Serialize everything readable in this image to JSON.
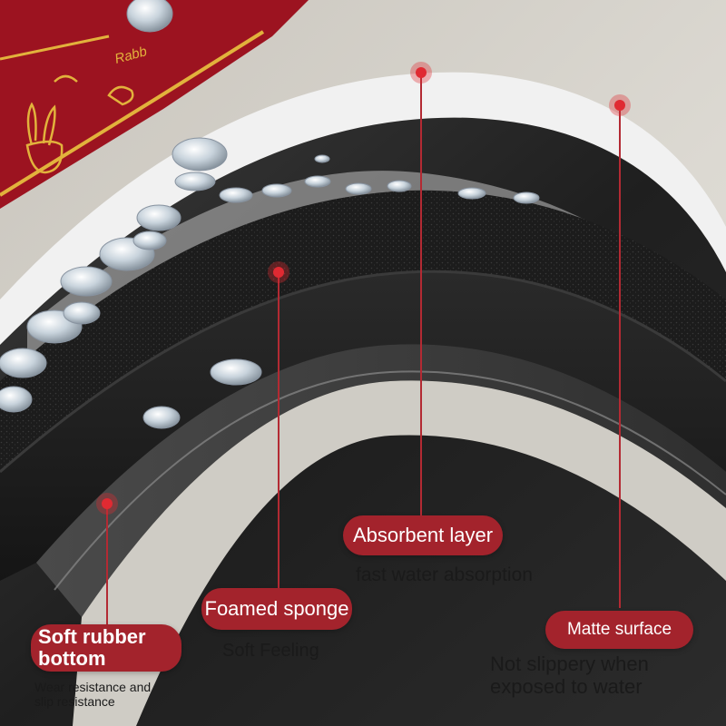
{
  "scene": {
    "description_icon": "mat-cross-section-image",
    "colors": {
      "background": "#d9d6cf",
      "accent": "#a3232c",
      "mat_red": "#a6141f",
      "mat_gold": "#e2b23c",
      "layer_black": "#1b1b1b"
    }
  },
  "mat_print": {
    "word": "Rabb"
  },
  "labels": {
    "absorbent": {
      "title": "Absorbent layer",
      "desc": "fast water absorption"
    },
    "sponge": {
      "title": "Foamed sponge",
      "desc": "Soft Feeling"
    },
    "rubber": {
      "title_line1": "Soft rubber",
      "title_line2": "bottom",
      "desc_line1": "Wear resistance and",
      "desc_line2": "slip resistance"
    },
    "matte": {
      "title": "Matte surface",
      "desc_line1": "Not slippery when",
      "desc_line2": "exposed to water"
    }
  }
}
